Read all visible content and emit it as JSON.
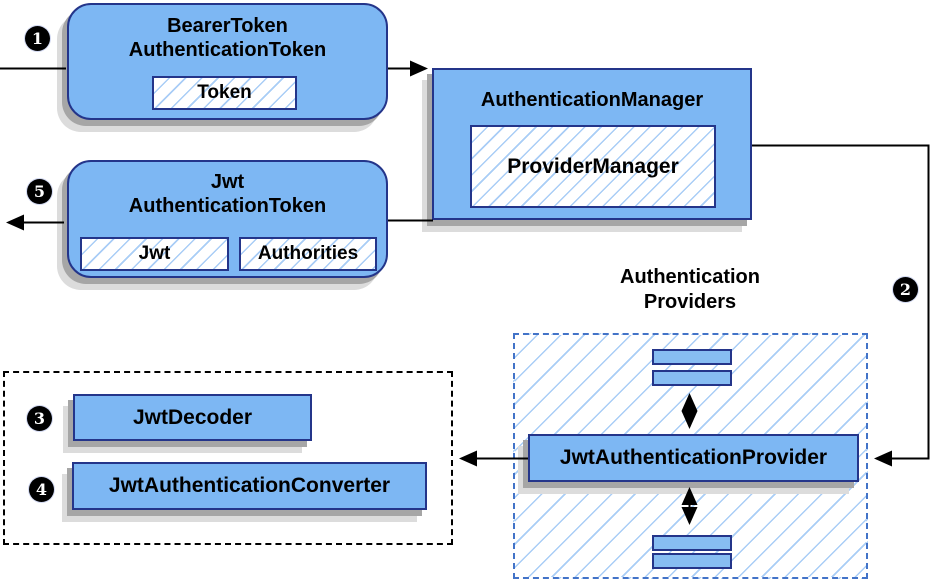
{
  "nodes": {
    "bearer": {
      "line1": "BearerToken",
      "line2": "AuthenticationToken",
      "field": "Token"
    },
    "jwt": {
      "line1": "Jwt",
      "line2": "AuthenticationToken",
      "field1": "Jwt",
      "field2": "Authorities"
    },
    "manager": {
      "title": "AuthenticationManager",
      "inner": "ProviderManager"
    },
    "providers": {
      "label1": "Authentication",
      "label2": "Providers",
      "main": "JwtAuthenticationProvider"
    },
    "resolvers": {
      "decoder": "JwtDecoder",
      "converter": "JwtAuthenticationConverter"
    }
  },
  "badges": {
    "step1": "1",
    "step2": "2",
    "step3": "3",
    "step4": "4",
    "step5": "5"
  },
  "colors": {
    "node_fill": "#7db7f3",
    "node_border": "#24358a",
    "bar_fill": "#87bdf2",
    "hatch_line": "#a9cdf6",
    "dashed_blue_border": "#4273c8",
    "dashed_black_border": "#000000",
    "arrow": "#000000",
    "badge_bg": "#000000",
    "badge_fg": "#ffffff"
  }
}
